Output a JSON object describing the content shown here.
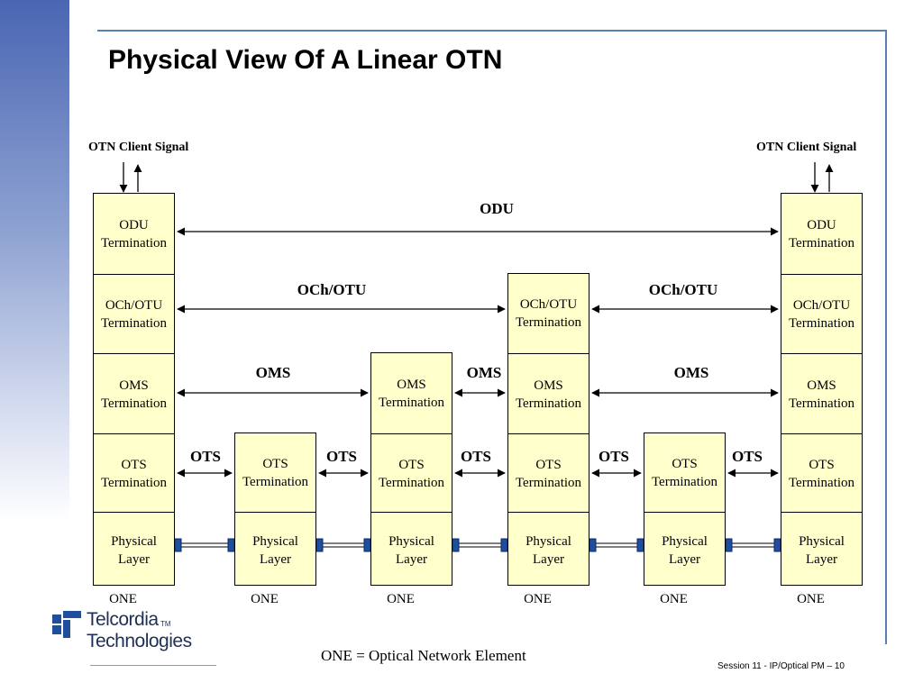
{
  "title": "Physical View Of A Linear OTN",
  "client_signal_label": "OTN Client Signal",
  "layers": {
    "odu": "ODU\nTermination",
    "och": "OCh/OTU\nTermination",
    "oms": "OMS\nTermination",
    "ots": "OTS\nTermination",
    "phys": "Physical\nLayer"
  },
  "spans": {
    "odu": "ODU",
    "och": "OCh/OTU",
    "oms": "OMS",
    "ots": "OTS"
  },
  "one_label": "ONE",
  "footnote": "ONE = Optical Network Element",
  "session": "Session 11 - IP/Optical PM  –  10",
  "logo": {
    "line1": "Telcordia",
    "tm": "TM",
    "line2": "Technologies"
  },
  "colors": {
    "box_fill": "#ffffcc",
    "connector": "#1f4e9c",
    "accent": "#4a66b3"
  }
}
